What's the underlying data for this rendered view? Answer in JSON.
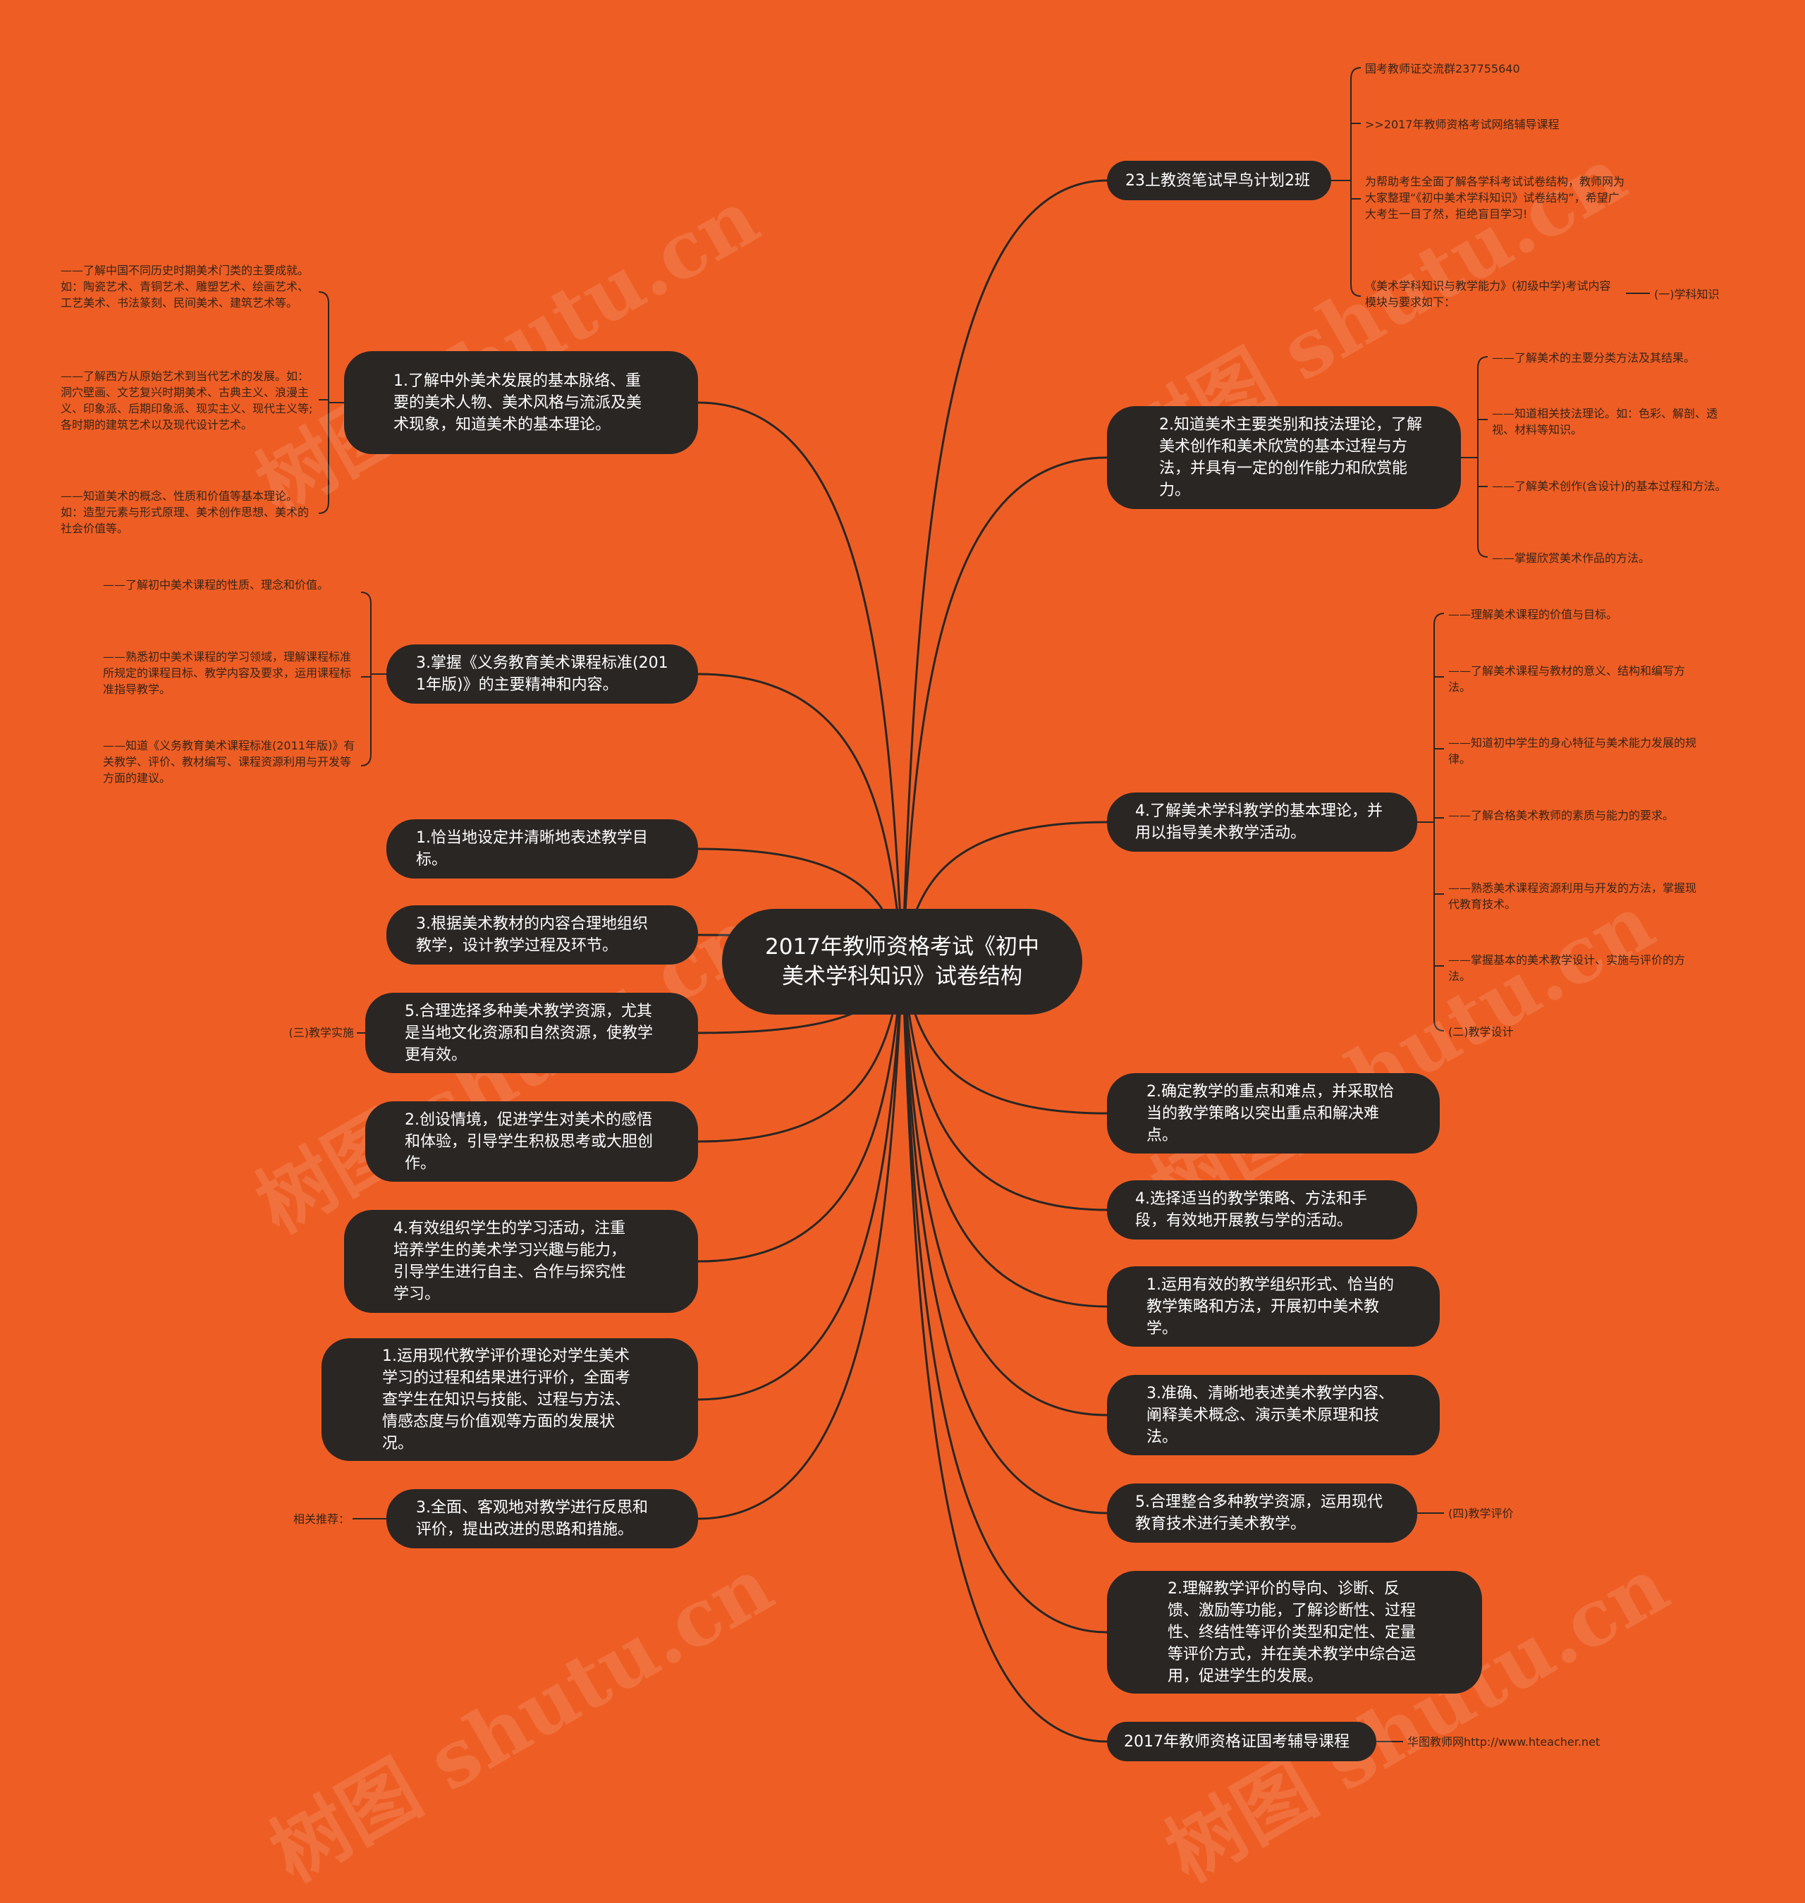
{
  "root": "2017年教师资格考试《初中美术学科知识》试卷结构",
  "right_nodes": {
    "r_banner": "23上教资笔试早鸟计划2班",
    "r_art_types": "2.知道美术主要类别和技法理论，了解美术创作和美术欣赏的基本过程与方法，并具有一定的创作能力和欣赏能力。",
    "r_theory": "4.了解美术学科教学的基本理论，并用以指导美术教学活动。",
    "r_key_points": "2.确定教学的重点和难点，并采取恰当的教学策略以突出重点和解决难点。",
    "r_strategy": "4.选择适当的教学策略、方法和手段，有效地开展教与学的活动。",
    "r_org_form": "1.运用有效的教学组织形式、恰当的教学策略和方法，开展初中美术教学。",
    "r_express": "3.准确、清晰地表述美术教学内容、阐释美术概念、演示美术原理和技法。",
    "r_resources": "5.合理整合多种教学资源，运用现代教育技术进行美术教学。",
    "r_eval_guide": "2.理解教学评价的导向、诊断、反馈、激励等功能，了解诊断性、过程性、终结性等评价类型和定性、定量等评价方式，并在美术教学中综合运用，促进学生的发展。",
    "r_course": "2017年教师资格证国考辅导课程"
  },
  "left_nodes": {
    "l_history": "1.了解中外美术发展的基本脉络、重要的美术人物、美术风格与流派及美术现象，知道美术的基本理论。",
    "l_standard": "3.掌握《义务教育美术课程标准(2011年版)》的主要精神和内容。",
    "l_goal": "1.恰当地设定并清晰地表述教学目标。",
    "l_material": "3.根据美术教材的内容合理地组织教学，设计教学过程及环节。",
    "l_local_res": "5.合理选择多种美术教学资源，尤其是当地文化资源和自然资源，使教学更有效。",
    "l_situation": "2.创设情境，促进学生对美术的感悟和体验，引导学生积极思考或大胆创作。",
    "l_activity": "4.有效组织学生的学习活动，注重培养学生的美术学习兴趣与能力，引导学生进行自主、合作与探究性学习。",
    "l_eval_modern": "1.运用现代教学评价理论对学生美术学习的过程和结果进行评价，全面考查学生在知识与技能、过程与方法、情感态度与价值观等方面的发展状况。",
    "l_reflect": "3.全面、客观地对教学进行反思和评价，提出改进的思路和措施。"
  },
  "leaves": {
    "qq_group": "国考教师证交流群237755640",
    "course_link": ">>2017年教师资格考试网络辅导课程",
    "intro": "为帮助考生全面了解各学科考试试卷结构，教师网为大家整理“《初中美术学科知识》试卷结构”，希望广大考生一目了然，拒绝盲目学习!",
    "module_req": "《美术学科知识与教学能力》(初级中学)考试内容模块与要求如下：",
    "subject_knowledge": "(一)学科知识",
    "art_class_method": "——了解美术的主要分类方法及其结果。",
    "technique": "——知道相关技法理论。如：色彩、解剖、透视、材料等知识。",
    "creation_process": "——了解美术创作(含设计)的基本过程和方法。",
    "appreciation": "——掌握欣赏美术作品的方法。",
    "value_goal": "——理解美术课程的价值与目标。",
    "material_meaning": "——了解美术课程与教材的意义、结构和编写方法。",
    "student_dev": "——知道初中学生的身心特征与美术能力发展的规律。",
    "teacher_quality": "——了解合格美术教师的素质与能力的要求。",
    "res_dev": "——熟悉美术课程资源利用与开发的方法，掌握现代教育技术。",
    "design_method": "——掌握基本的美术教学设计、实施与评价的方法。",
    "teaching_design": "(二)教学设计",
    "cn_history": "——了解中国不同历史时期美术门类的主要成就。如：陶瓷艺术、青铜艺术、雕塑艺术、绘画艺术、工艺美术、书法篆刻、民间美术、建筑艺术等。",
    "west_history": "——了解西方从原始艺术到当代艺术的发展。如：洞穴壁画、文艺复兴时期美术、古典主义、浪漫主义、印象派、后期印象派、现实主义、现代主义等;各时期的建筑艺术以及现代设计艺术。",
    "concept": "——知道美术的概念、性质和价值等基本理论。如：造型元素与形式原理、美术创作思想、美术的社会价值等。",
    "std_nature": "——了解初中美术课程的性质、理念和价值。",
    "std_domain": "——熟悉初中美术课程的学习领域，理解课程标准所规定的课程目标、教学内容及要求，运用课程标准指导教学。",
    "std_suggest": "——知道《义务教育美术课程标准(2011年版)》有关教学、评价、教材编写、课程资源利用与开发等方面的建议。",
    "implementation": "(三)教学实施",
    "related": "相关推荐：",
    "evaluation": "(四)教学评价",
    "hteacher": "华图教师网http://www.hteacher.net"
  },
  "watermark": "树图 shutu.cn",
  "colors": {
    "background": "#ee5e24",
    "node": "#2a2624",
    "node_text": "#ffffff",
    "link": "#2a2624",
    "leaf_text": "#3a2418"
  }
}
